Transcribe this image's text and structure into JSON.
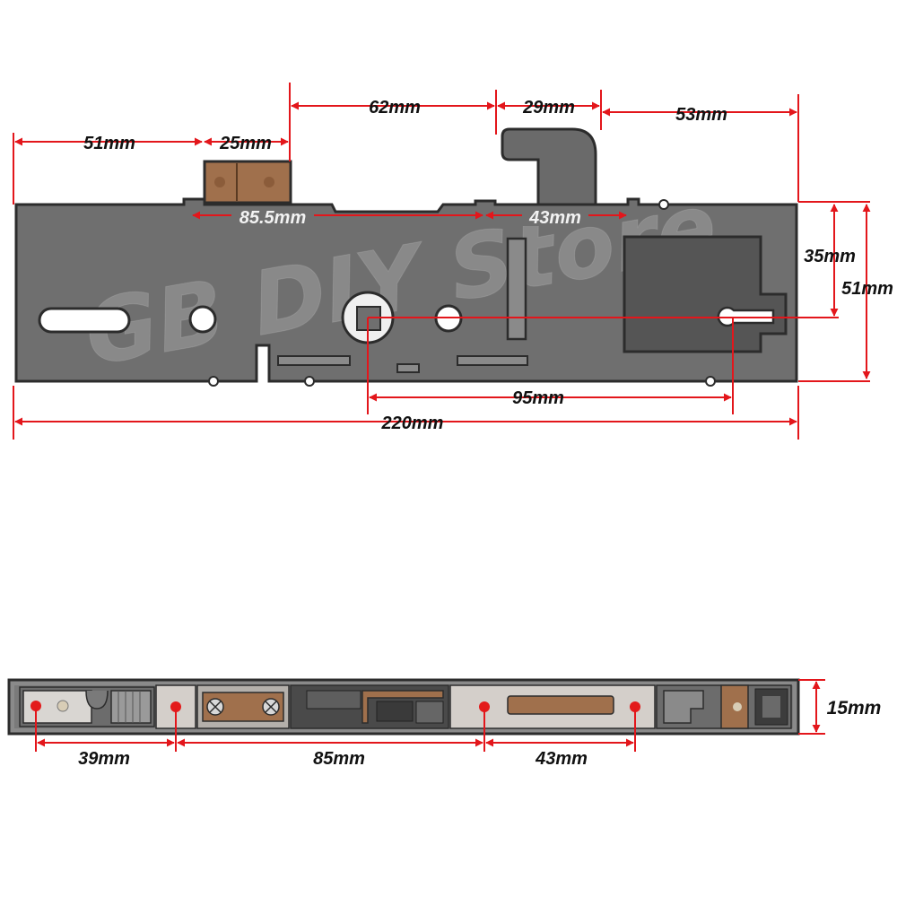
{
  "colors": {
    "plate": "#6f6f6f",
    "plate_dark": "#555555",
    "plate_edge": "#2c2c2c",
    "edge_panel": "#d4cfca",
    "brass": "#a0704c",
    "dim_line": "#e3161b",
    "dot": "#e31b1b",
    "text": "#111111"
  },
  "watermark": "GB DIY Store",
  "top_view": {
    "dimensions": {
      "d_51_top": "51mm",
      "d_25": "25mm",
      "d_62": "62mm",
      "d_29": "29mm",
      "d_53": "53mm",
      "d_85_5": "85.5mm",
      "d_43_top": "43mm",
      "d_35": "35mm",
      "d_51_right": "51mm",
      "d_95": "95mm",
      "d_220": "220mm"
    }
  },
  "edge_view": {
    "dimensions": {
      "d_39": "39mm",
      "d_85": "85mm",
      "d_43": "43mm",
      "d_15": "15mm"
    }
  }
}
